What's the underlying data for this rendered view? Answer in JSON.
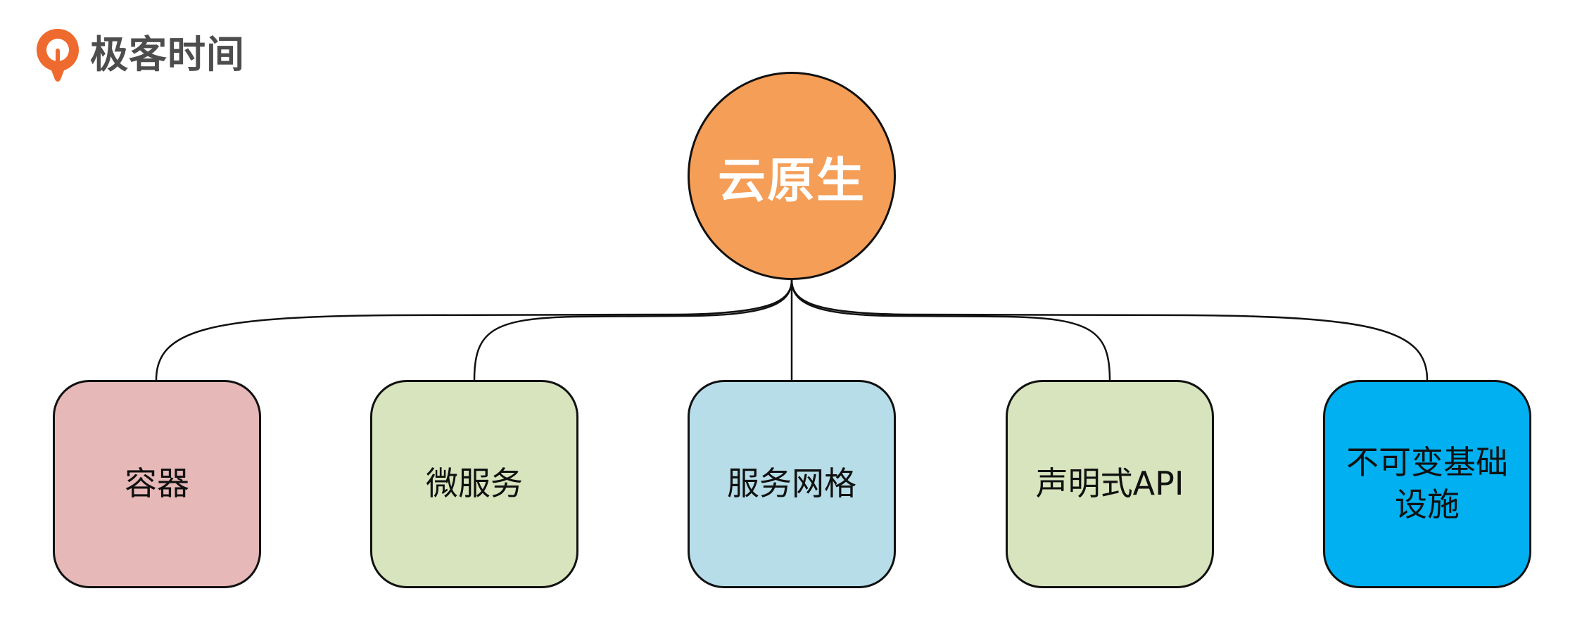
{
  "brand": {
    "icon": "geektime-logo-icon",
    "logo_text": "极客时间",
    "icon_color": "#EF6A2E"
  },
  "root": {
    "label": "云原生",
    "color": "#F59E57"
  },
  "children": [
    {
      "label": "容器",
      "color": "#E6B9B8"
    },
    {
      "label": "微服务",
      "color": "#D7E4BD"
    },
    {
      "label": "服务网格",
      "color": "#B7DEE8"
    },
    {
      "label": "声明式API",
      "color": "#D7E4BD"
    },
    {
      "label": "不可变基础设施",
      "color": "#00B0F0"
    }
  ]
}
